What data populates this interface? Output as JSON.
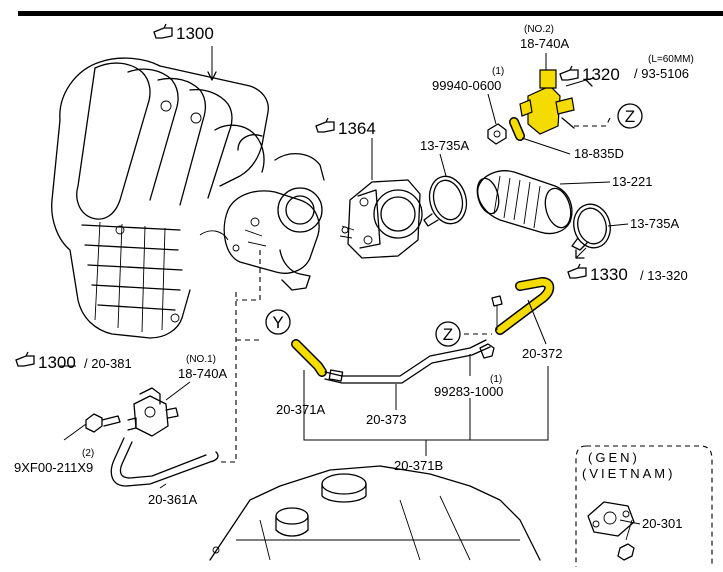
{
  "callouts": {
    "ref_1300_top": "1300",
    "ref_1364": "1364",
    "ref_1320": "1320",
    "ref_1320_sub": "/ 93-5106",
    "ref_1320_note": "(L=60MM)",
    "ref_1330": "1330",
    "ref_1330_sub": "/ 13-320",
    "ref_1300_left": "1300",
    "ref_1300_left_sub": "/ 20-381"
  },
  "parts": {
    "p_18_740A_no2_qty": "(NO.2)",
    "p_18_740A_no2": "18-740A",
    "p_99940_qty": "(1)",
    "p_99940": "99940-0600",
    "p_18_835D": "18-835D",
    "p_13_735A_left": "13-735A",
    "p_13_221": "13-221",
    "p_13_735A_right": "13-735A",
    "p_20_372": "20-372",
    "p_99283_qty": "(1)",
    "p_99283": "99283-1000",
    "p_20_371A": "20-371A",
    "p_20_373": "20-373",
    "p_20_371B": "20-371B",
    "p_18_740A_no1_qty": "(NO.1)",
    "p_18_740A_no1": "18-740A",
    "p_9XF00_qty": "(2)",
    "p_9XF00": "9XF00-211X9",
    "p_20_361A": "20-361A",
    "p_20_301": "20-301"
  },
  "connectors": {
    "z_top": "Z",
    "z_mid": "Z",
    "y": "Y"
  },
  "inset": {
    "line1": "(GEN)",
    "line2": "(VIETNAM)"
  },
  "colors": {
    "highlight": "#f5dc00",
    "line": "#000000"
  }
}
